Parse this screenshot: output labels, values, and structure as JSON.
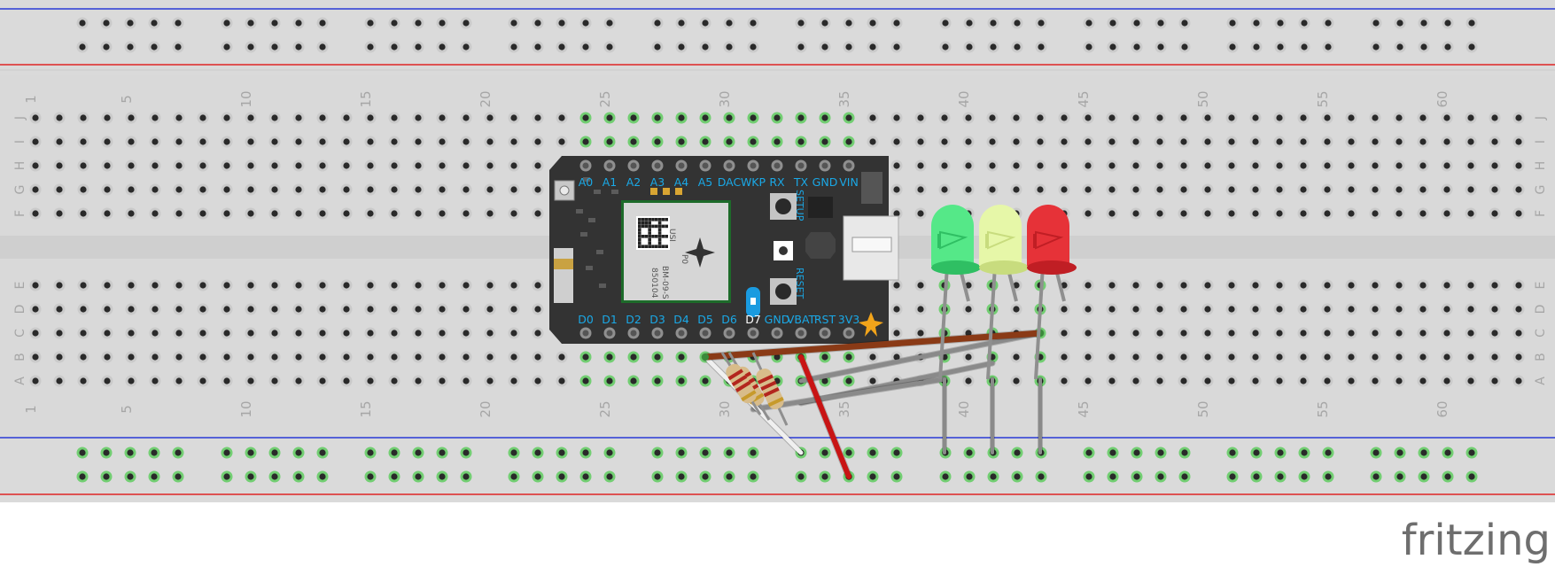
{
  "breadboard": {
    "columns": 63,
    "row_letters_top": [
      "J",
      "I",
      "H",
      "G",
      "F"
    ],
    "row_letters_bottom": [
      "E",
      "D",
      "C",
      "B",
      "A"
    ],
    "column_numbers": [
      "1",
      "5",
      "10",
      "15",
      "20",
      "25",
      "30",
      "35",
      "40",
      "45",
      "50",
      "55",
      "60"
    ],
    "rail_groups": 10,
    "rail_holes_per_group": 5,
    "colors": {
      "board": "#d9d9d9",
      "rail_board": "#dadada",
      "hole": "#2a2a2a",
      "hole_ring": "#bdbdbd",
      "connected_hole": "#66cc66",
      "rail_line_blue": "#2b3bd6",
      "rail_line_red": "#e02424",
      "label": "#a6a6a6"
    }
  },
  "photon": {
    "top_pins": [
      "A0",
      "A1",
      "A2",
      "A3",
      "A4",
      "A5",
      "DAC",
      "WKP",
      "RX",
      "TX",
      "GND",
      "VIN"
    ],
    "bottom_pins": [
      "D0",
      "D1",
      "D2",
      "D3",
      "D4",
      "D5",
      "D6",
      "D7",
      "GND",
      "VBAT",
      "RST",
      "3V3"
    ],
    "setup_label": "SETUP",
    "reset_label": "RESET",
    "module_text": [
      "P0",
      "BM-09-S",
      "850104",
      "USI"
    ],
    "colors": {
      "body": "#333333",
      "label": "#1aa8e6",
      "module": "#d6d6d6"
    }
  },
  "leds": [
    {
      "color": "green",
      "body": "#55e888",
      "dark": "#2fbf63"
    },
    {
      "color": "yellow",
      "body": "#e6f7a8",
      "dark": "#c8dc7e"
    },
    {
      "color": "red",
      "body": "#e63238",
      "dark": "#c01e24"
    }
  ],
  "wires": {
    "brown": "#8a3a16",
    "red": "#c81414",
    "white": "#f0f0f0",
    "grey": "#8a8a8a"
  },
  "watermark": "fritzing"
}
